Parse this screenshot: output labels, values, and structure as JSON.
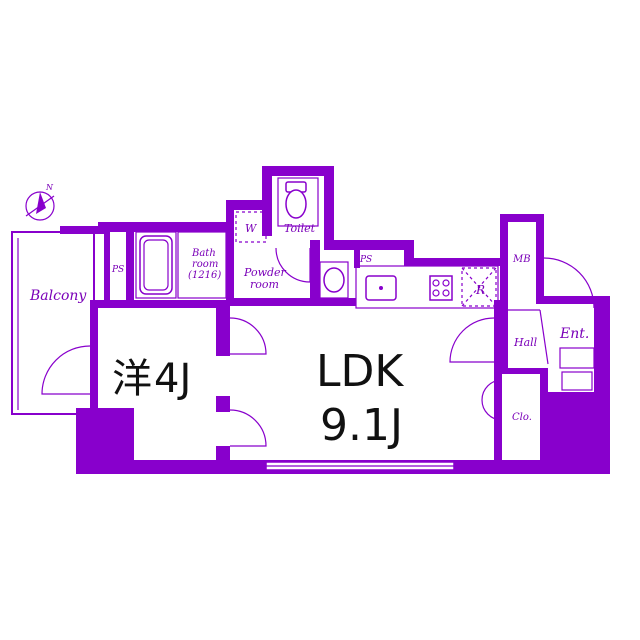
{
  "compass": {
    "north_label": "N"
  },
  "rooms": {
    "balcony": "Balcony",
    "ps_left": "PS",
    "bathroom_line1": "Bath",
    "bathroom_line2": "room",
    "bathroom_size": "(1216)",
    "washer": "W",
    "toilet": "Toilet",
    "powder_line1": "Powder",
    "powder_line2": "room",
    "ps_center": "PS",
    "refrigerator": "R",
    "meter_box": "MB",
    "hall": "Hall",
    "entrance": "Ent.",
    "closet": "Clo.",
    "western_room_name": "洋",
    "western_room_size": "4J",
    "ldk_name": "LDK",
    "ldk_size": "9.1J"
  },
  "colors": {
    "wall": "#8800cc",
    "text": "#111111",
    "label": "#7a00b8"
  }
}
